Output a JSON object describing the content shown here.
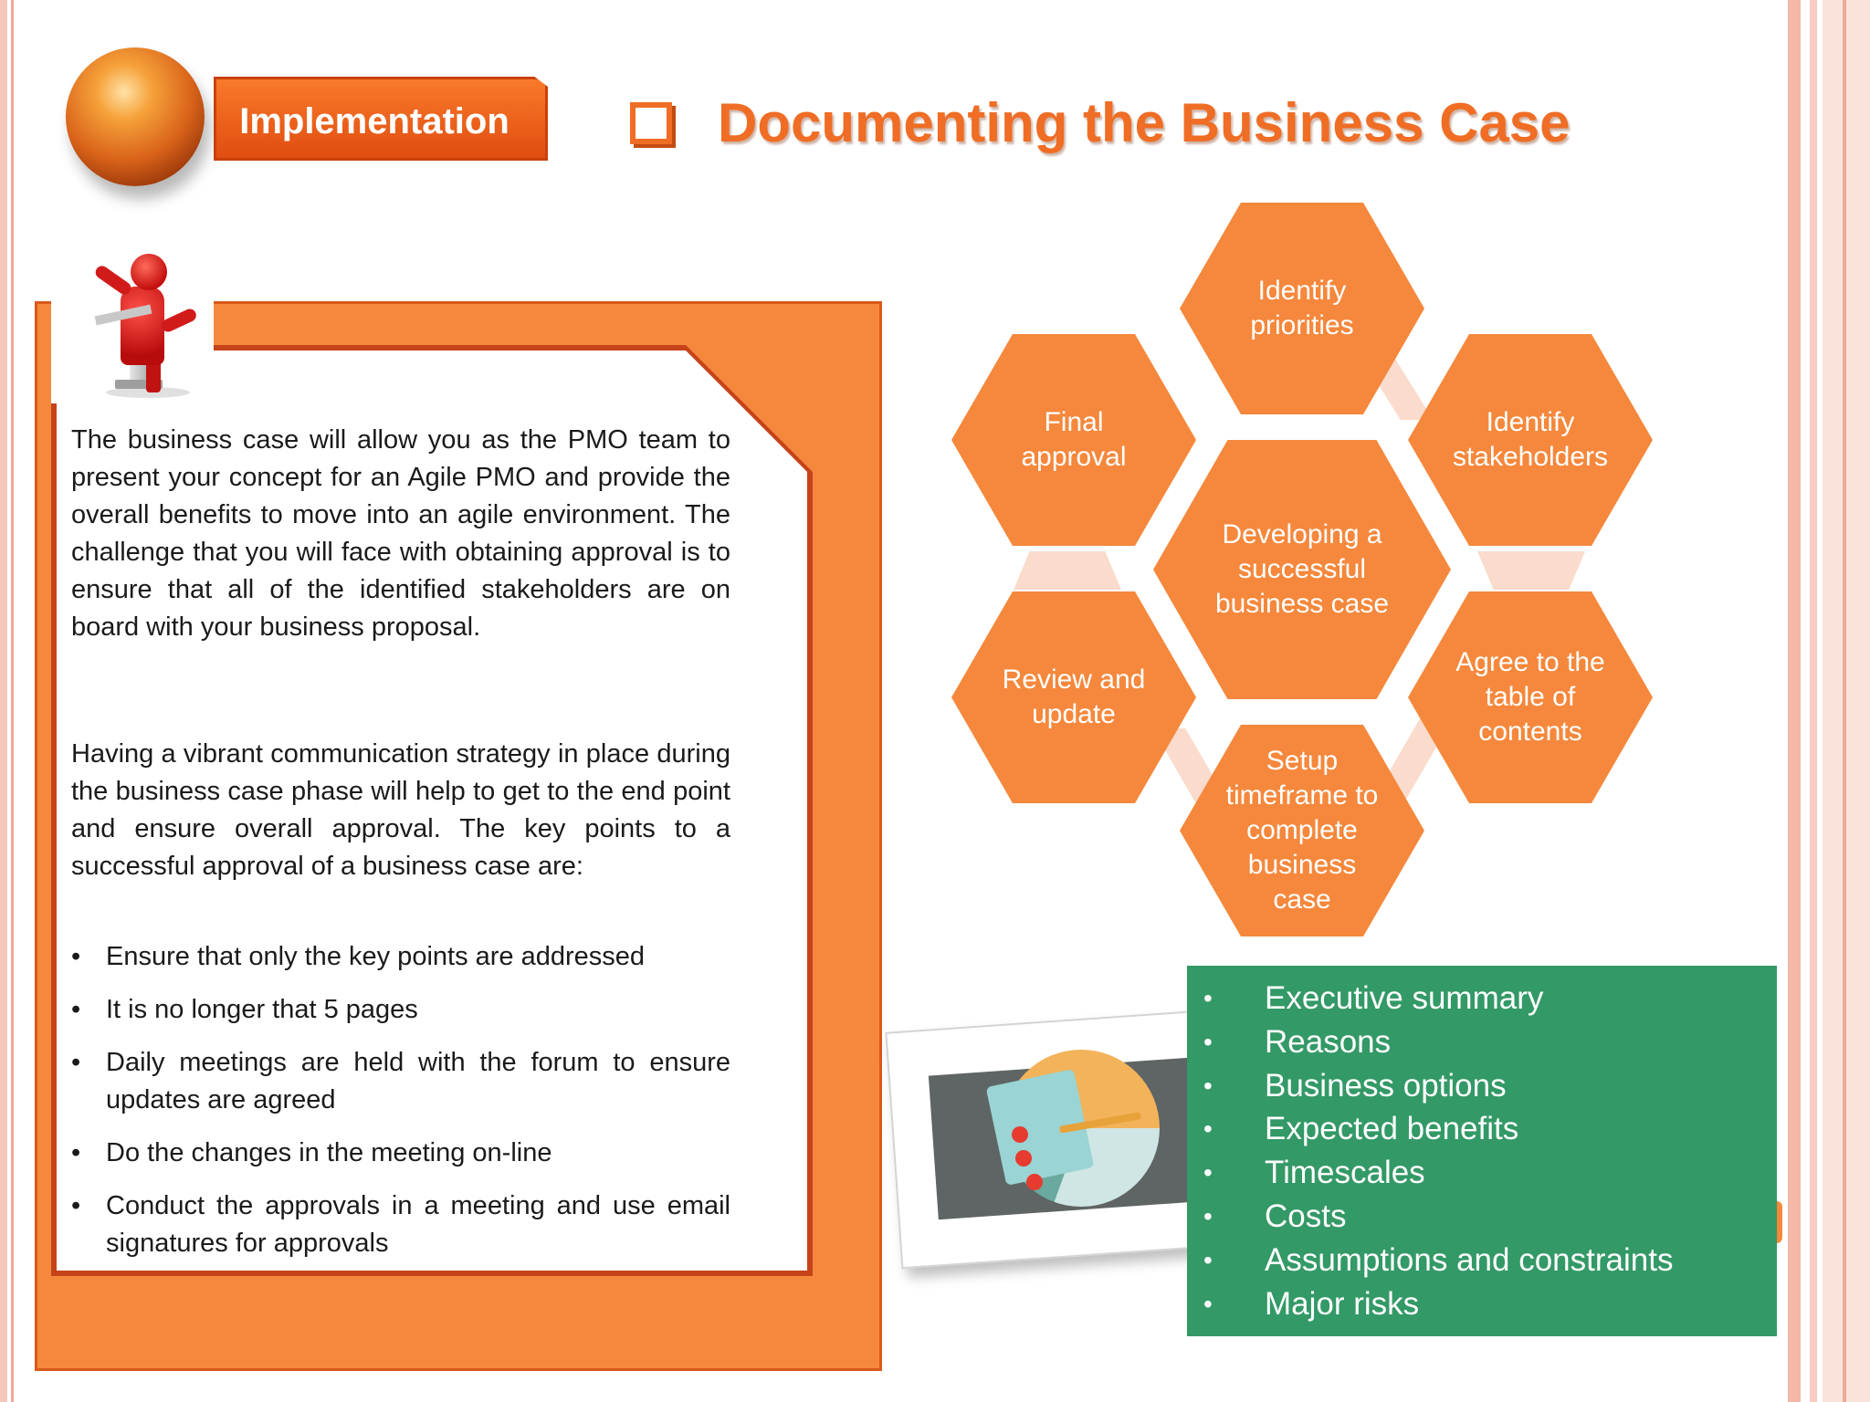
{
  "header": {
    "section_label": "Implementation",
    "title": "Documenting the Business Case"
  },
  "intro": {
    "paragraph1": "The business case will allow you as the PMO team to present your concept for an Agile PMO and provide the overall benefits to move into an agile environment.  The challenge that you will face with obtaining approval is to ensure that all of the identified stakeholders are on board with your business proposal.",
    "paragraph2": "Having a vibrant communication strategy in place during the business case phase will help to get to the end point and ensure overall approval. The key points to a successful approval of a business case are:",
    "bullet_glyph": "•",
    "bullets": [
      "Ensure that only the key points are addressed",
      "It is no longer that 5 pages",
      "Daily meetings are held with the forum to ensure updates are agreed",
      "Do the changes in the meeting on-line",
      "Conduct the approvals in a meeting and use email signatures for approvals"
    ]
  },
  "cycle": {
    "center": "Developing a successful business case",
    "steps": [
      "Identify priorities",
      "Identify stakeholders",
      "Agree to the table of contents",
      "Setup timeframe to complete business case",
      "Review and update",
      "Final approval"
    ]
  },
  "contents": {
    "bullet_glyph": "•",
    "items": [
      "Executive summary",
      "Reasons",
      "Business options",
      "Expected benefits",
      "Timescales",
      "Costs",
      "Assumptions and constraints",
      "Major risks"
    ]
  },
  "colors": {
    "accent_orange": "#f5883c",
    "title_orange": "#ef6d24",
    "green_box": "#339966"
  },
  "icons": [
    "orange-sphere-icon",
    "speaker-podium-icon",
    "checkbox-icon",
    "document-checklist-icon"
  ]
}
